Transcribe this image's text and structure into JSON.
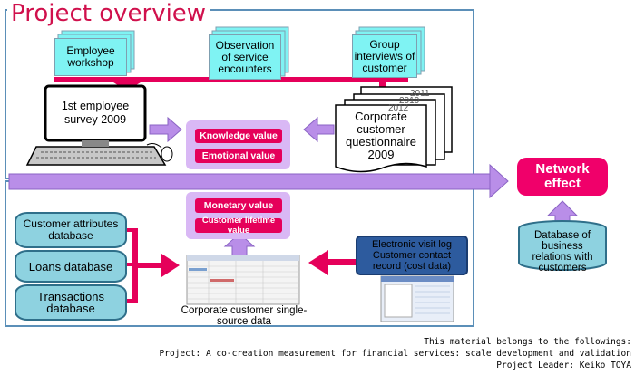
{
  "title": "Project overview",
  "top_inputs": {
    "employee_workshop": "Employee workshop",
    "observation": "Observation of service encounters",
    "group_interviews": "Group interviews of customer"
  },
  "survey": {
    "employee": "1st employee survey 2009",
    "customer": "Corporate customer questionnaire 2009",
    "year_tags": [
      "2011",
      "2010",
      "2012"
    ]
  },
  "values_upper": [
    "Knowledge value",
    "Emotional value"
  ],
  "values_lower": [
    "Monetary value",
    "Customer lifetime value"
  ],
  "network_effect": "Network effect",
  "relations_db": "Database of business relations with customers",
  "databases": [
    "Customer attributes database",
    "Loans database",
    "Transactions database"
  ],
  "single_source": "Corporate customer single-source data",
  "visit_log": "Electronic visit log Customer contact record (cost data)",
  "footer": [
    "This material belongs to the followings:",
    "Project: A co-creation measurement for financial services: scale development and validation",
    "Project Leader: Keiko TOYA"
  ],
  "colors": {
    "accent": "#e5005a",
    "frame": "#5b8fb8",
    "arrow": "#b98ee8",
    "cyan": "#7ff3f3",
    "db": "#8ed2e0"
  }
}
